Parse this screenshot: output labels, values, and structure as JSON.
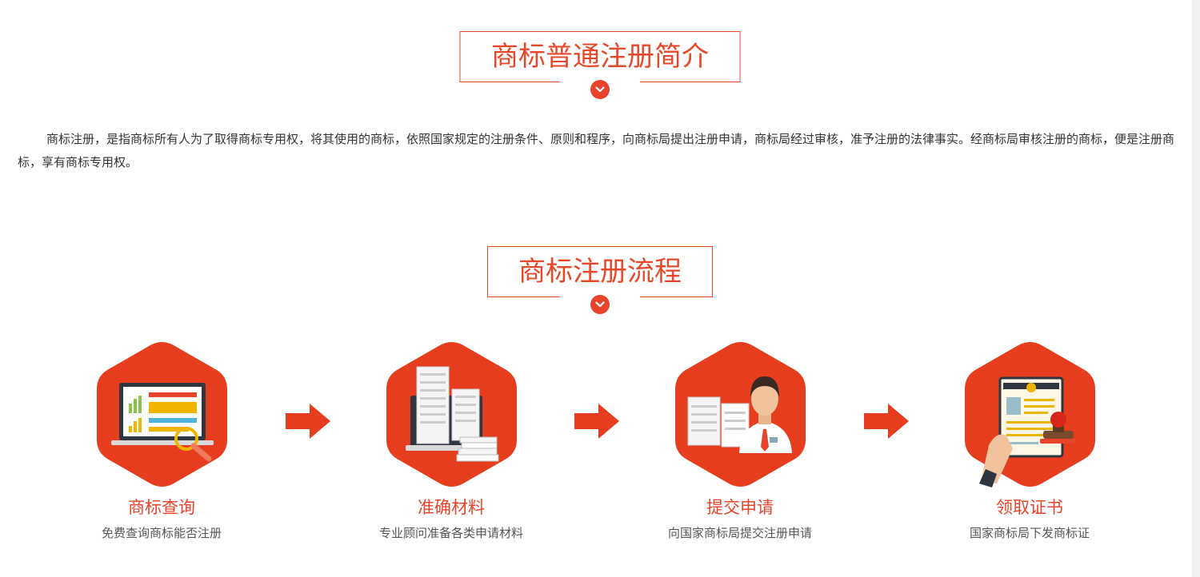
{
  "intro_section": {
    "title": "商标普通注册简介",
    "paragraph": "商标注册，是指商标所有人为了取得商标专用权，将其使用的商标，依照国家规定的注册条件、原则和程序，向商标局提出注册申请，商标局经过审核，准予注册的法律事实。经商标局审核注册的商标，便是注册商标，享有商标专用权。"
  },
  "process_section": {
    "title": "商标注册流程",
    "steps": [
      {
        "title": "商标查询",
        "desc": "免费查询商标能否注册",
        "icon": "laptop-search-icon"
      },
      {
        "title": "准确材料",
        "desc": "专业顾问准备各类申请材料",
        "icon": "documents-stack-icon"
      },
      {
        "title": "提交申请",
        "desc": "向国家商标局提交注册申请",
        "icon": "clerk-documents-icon"
      },
      {
        "title": "领取证书",
        "desc": "国家商标局下发商标证",
        "icon": "certificate-stamp-icon"
      }
    ]
  },
  "colors": {
    "accent": "#e8432b",
    "text": "#333333",
    "muted": "#555555"
  }
}
